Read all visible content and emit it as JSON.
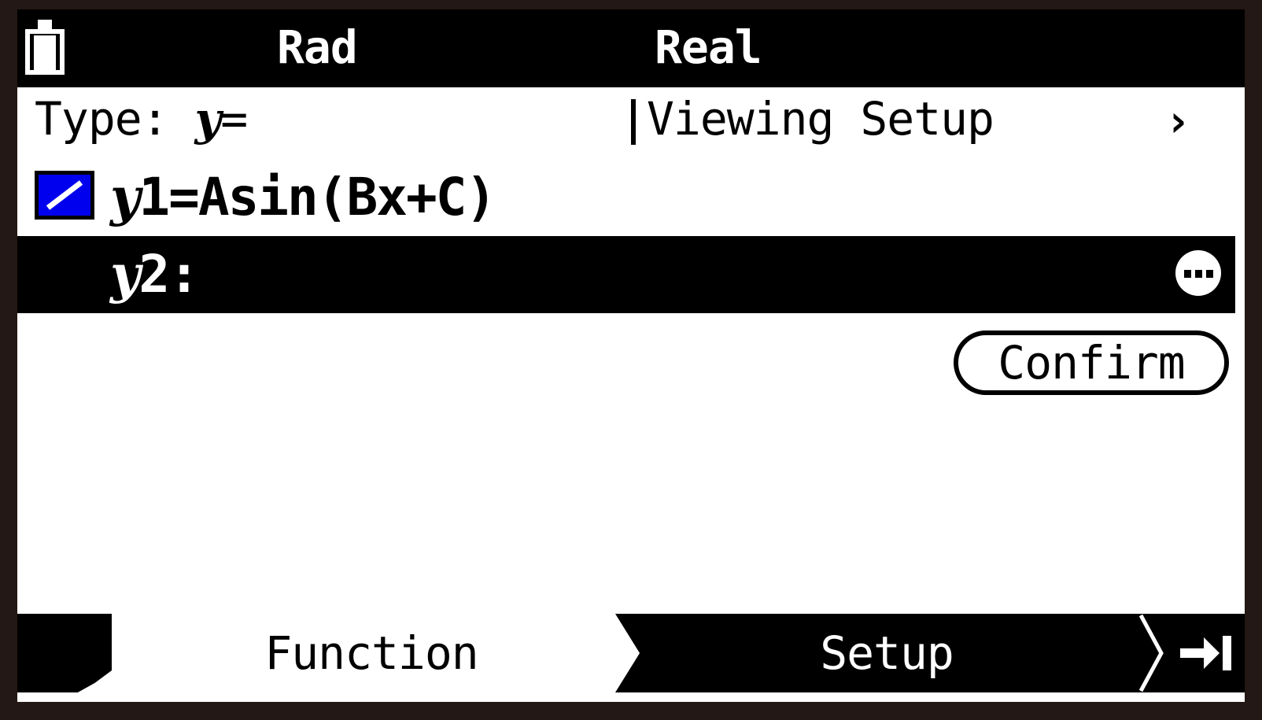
{
  "device": {
    "frame_color": "#231815",
    "screen_background": "#ffffff",
    "accent_color": "#0000ee"
  },
  "status_bar": {
    "battery_icon": "battery-full-icon",
    "angle_mode": "Rad",
    "complex_mode": "Real"
  },
  "header": {
    "type_prefix": "Type: ",
    "type_value": "y",
    "type_suffix": "=",
    "viewing_setup_label": "Viewing Setup",
    "chevron": "›"
  },
  "functions": [
    {
      "enabled": true,
      "line_style_color": "#0000ee",
      "var_letter": "y",
      "index_and_expr": "1=Asin(Bx+C)",
      "selected": false
    },
    {
      "enabled": false,
      "var_letter": "y",
      "index_and_expr": "2:",
      "selected": true,
      "more_options_icon": "ellipsis-circle-icon"
    }
  ],
  "buttons": {
    "confirm_label": "Confirm"
  },
  "toolbar": {
    "prev_tab_label": "",
    "tabs": [
      {
        "label": "Function",
        "active": true
      },
      {
        "label": "Setup",
        "active": false
      }
    ],
    "next_key_icon": "arrow-to-bar-icon"
  }
}
